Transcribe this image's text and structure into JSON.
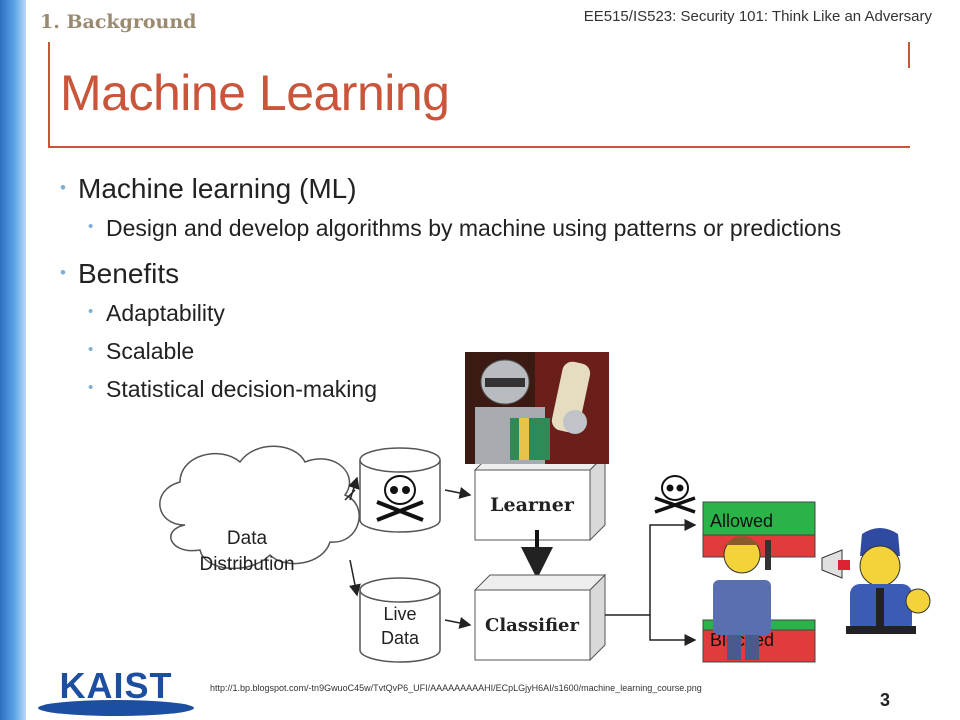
{
  "header": {
    "section": "1. Background",
    "course": "EE515/IS523: Security 101: Think Like an Adversary"
  },
  "title": "Machine Learning",
  "bullets": [
    {
      "text": "Machine learning (ML)",
      "sub": [
        "Design and develop algorithms by machine using patterns or predictions"
      ]
    },
    {
      "text": "Benefits",
      "sub": [
        "Adaptability",
        "Scalable",
        "Statistical decision-making"
      ]
    }
  ],
  "diagram": {
    "cloud": "Data Distribution",
    "live_data": "Live Data",
    "learner": "Learner",
    "classifier": "Classifier",
    "allowed": "Allowed",
    "blocked": "Blocked",
    "colors": {
      "allowed": "#2bb34a",
      "blocked": "#e23b3b",
      "box_face": "#ffffff",
      "box_side": "#d9d9d9"
    }
  },
  "footer": {
    "url": "http://1.bp.blogspot.com/-tn9GwuoC45w/TvtQvP6_UFI/AAAAAAAAAHI/ECpLGjyH6AI/s1600/machine_learning_course.png",
    "page": "3",
    "logo": "KAIST"
  }
}
